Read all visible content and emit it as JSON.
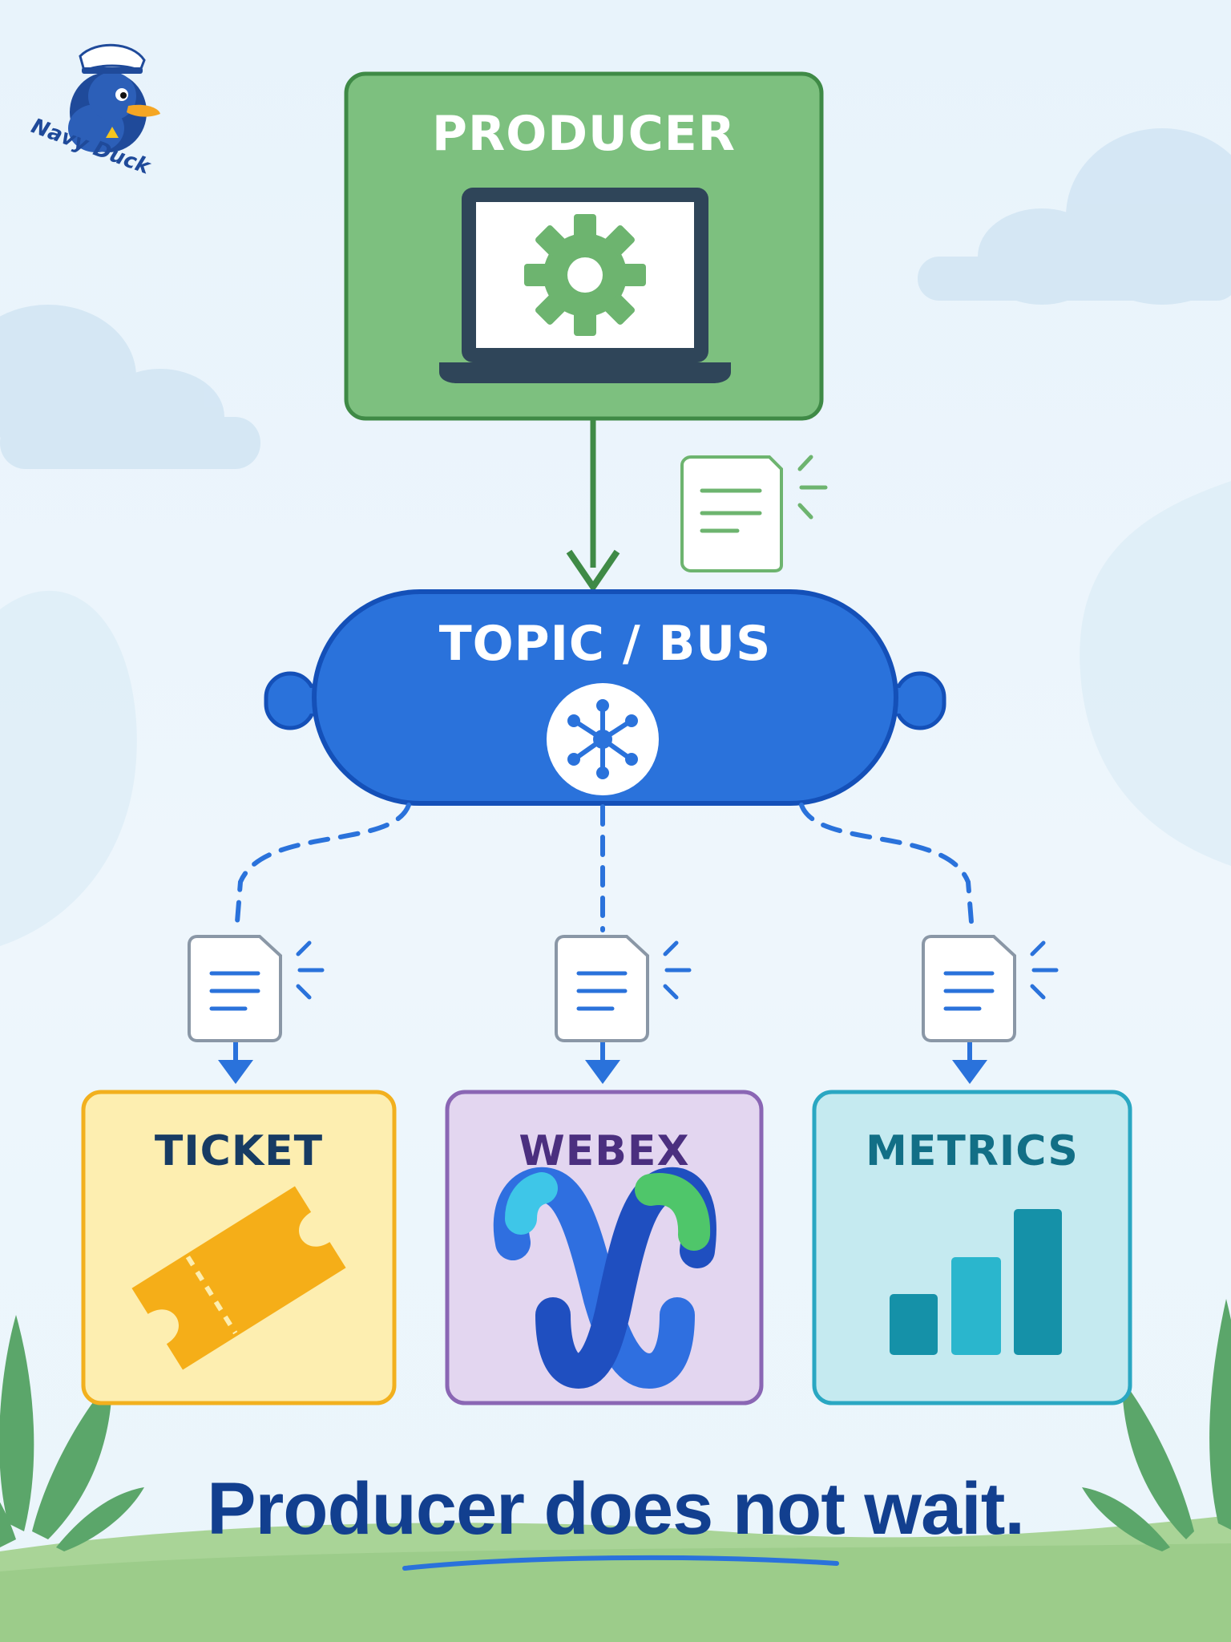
{
  "brand": {
    "name": "Navy Duck"
  },
  "nodes": {
    "producer": {
      "label": "PRODUCER"
    },
    "bus": {
      "label": "TOPIC / BUS"
    },
    "consumers": [
      {
        "label": "TICKET"
      },
      {
        "label": "WEBEX"
      },
      {
        "label": "METRICS"
      }
    ]
  },
  "tagline": "Producer does not wait.",
  "colors": {
    "producer_fill": "#7dc07f",
    "producer_border": "#3f8a46",
    "bus_fill": "#2a72db",
    "bus_border": "#1450b8",
    "ticket_fill": "#fdeeb0",
    "ticket_border": "#f2b01e",
    "webex_fill": "#e3d6f0",
    "webex_border": "#8a66b4",
    "metrics_fill": "#c5eaf0",
    "metrics_border": "#2aa7c2",
    "tagline": "#123f8f"
  }
}
